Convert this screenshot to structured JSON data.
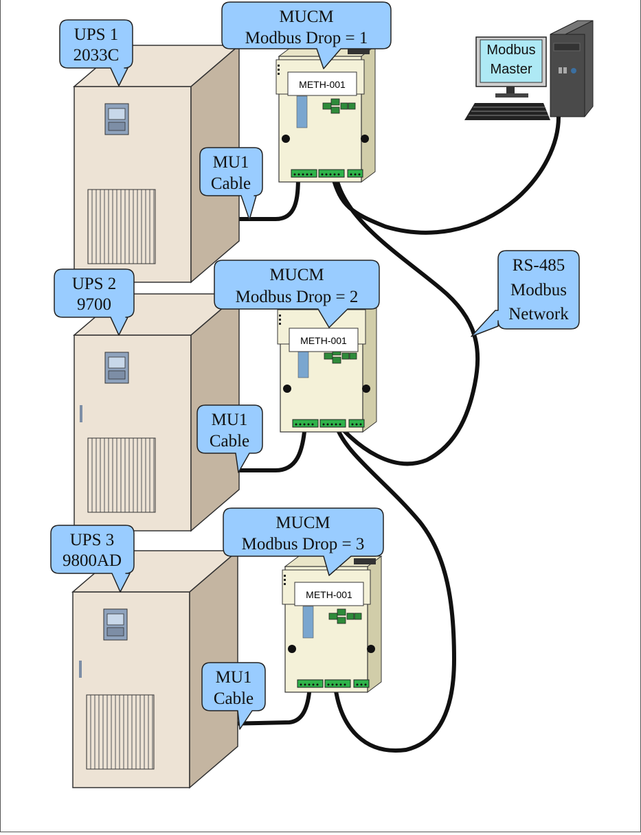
{
  "diagram": {
    "ups_units": [
      {
        "name": "UPS 1",
        "model": "2033C"
      },
      {
        "name": "UPS 2",
        "model": "9700"
      },
      {
        "name": "UPS 3",
        "model": "9800AD"
      }
    ],
    "mucm_modules": [
      {
        "title": "MUCM",
        "drop": "Modbus Drop = 1",
        "panel_label": "METH-001"
      },
      {
        "title": "MUCM",
        "drop": "Modbus Drop = 2",
        "panel_label": "METH-001"
      },
      {
        "title": "MUCM",
        "drop": "Modbus Drop = 3",
        "panel_label": "METH-001"
      }
    ],
    "mu1_cable": {
      "line1": "MU1",
      "line2": "Cable"
    },
    "master": {
      "line1": "Modbus",
      "line2": "Master"
    },
    "network": {
      "line1": "RS-485",
      "line2": "Modbus",
      "line3": "Network"
    }
  }
}
